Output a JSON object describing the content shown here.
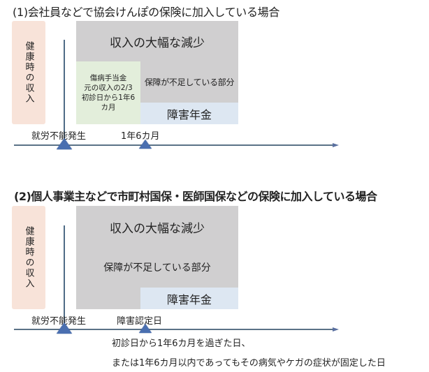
{
  "section1": {
    "title": "(1)会社員などで協会けんぽの保険に加入している場合",
    "healthy_income": "健康時の収入",
    "income_drop": "収入の大幅な減少",
    "sickness_benefit": {
      "line1": "傷病手当金",
      "line2": "元の収入の2/3",
      "line3": "初診日から1年6",
      "line4": "カ月"
    },
    "shortfall": "保障が不足している部分",
    "disability_pension": "障害年金",
    "timeline": {
      "event1": "就労不能発生",
      "event2": "1年6カ月"
    }
  },
  "section2": {
    "title": "(2)個人事業主などで市町村国保・医師国保などの保険に加入している場合",
    "healthy_income": "健康時の収入",
    "income_drop": "収入の大幅な減少",
    "shortfall": "保障が不足している部分",
    "disability_pension": "障害年金",
    "timeline": {
      "event1": "就労不能発生",
      "event2": "障害認定日"
    },
    "notes": [
      "初診日から1年6カ月を過ぎた日、",
      "または1年6カ月以内であってもその病気やケガの症状が固定した日"
    ]
  },
  "colors": {
    "healthy": "#f8e3d9",
    "reduction": "#d0cfd0",
    "sickness_benefit": "#e3eedb",
    "pension": "#dde7f2",
    "timeline": "#5a7287",
    "marker": "#4a6fb0"
  }
}
